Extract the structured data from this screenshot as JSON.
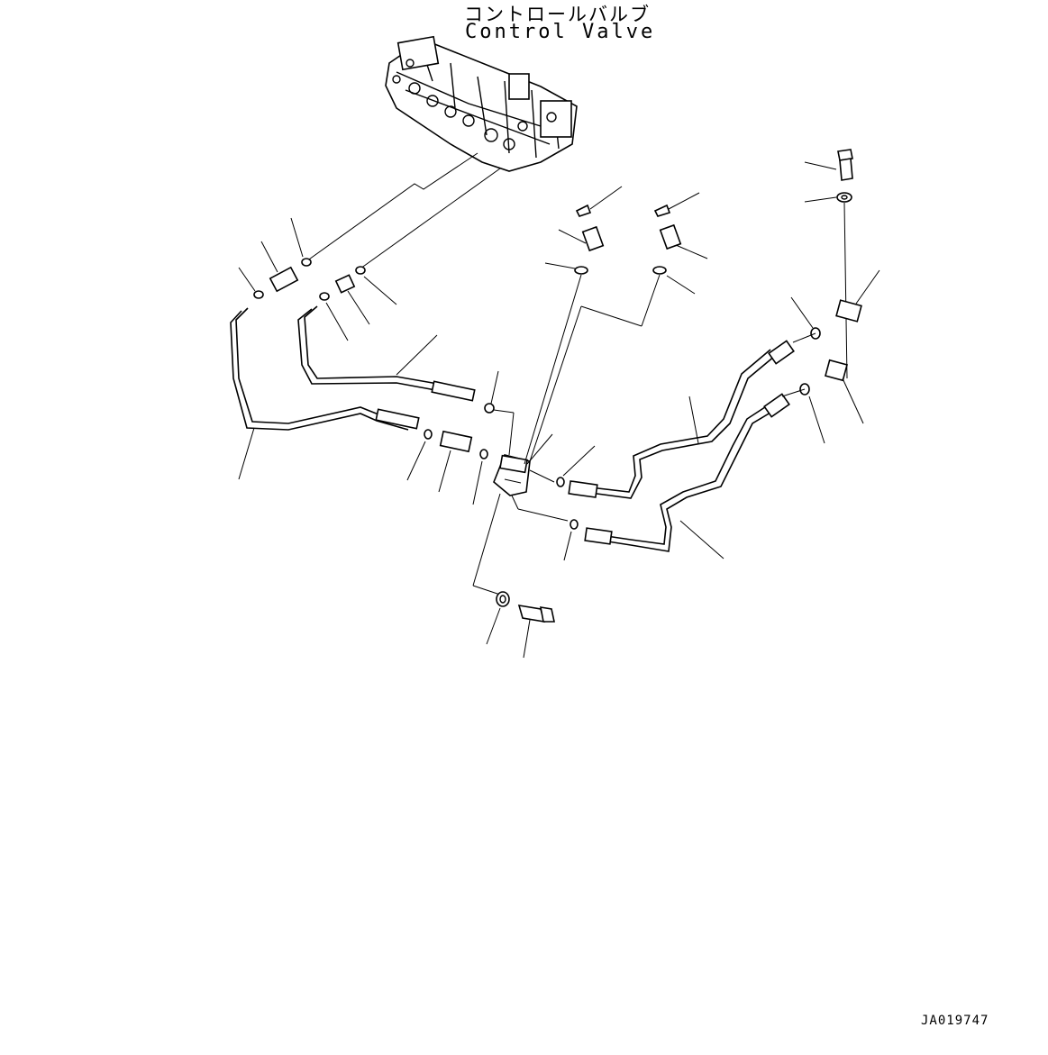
{
  "title": {
    "japanese": "コントロールバルブ",
    "english": "Control Valve"
  },
  "drawing_code": "JA019747"
}
